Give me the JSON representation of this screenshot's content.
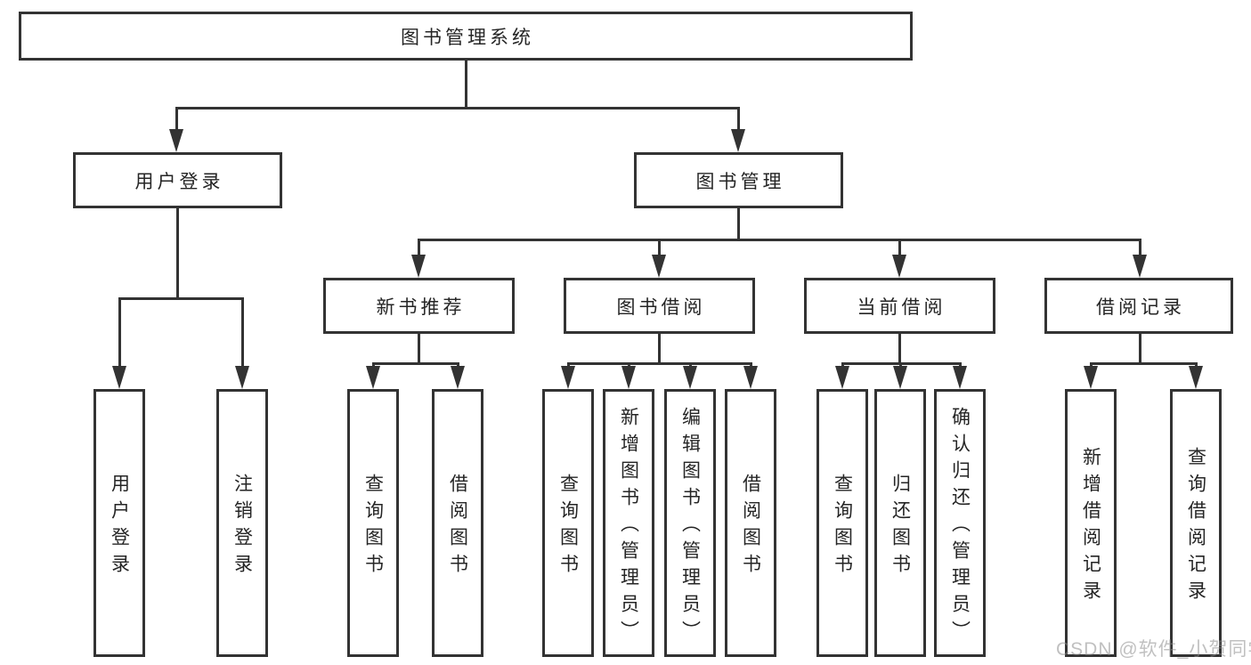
{
  "page": {
    "background_color": "#ffffff",
    "line_color": "#333333",
    "text_color": "#252525",
    "watermark_color": "#b9b9b9"
  },
  "diagram": {
    "type": "tree",
    "title": "图书管理系统",
    "branches": [
      {
        "label": "用户登录",
        "leaves": [
          "用户登录",
          "注销登录"
        ]
      },
      {
        "label": "图书管理",
        "groups": [
          {
            "label": "新书推荐",
            "leaves": [
              "查询图书",
              "借阅图书"
            ]
          },
          {
            "label": "图书借阅",
            "leaves": [
              "查询图书",
              "新增图书（管理员）",
              "编辑图书（管理员）",
              "借阅图书"
            ]
          },
          {
            "label": "当前借阅",
            "leaves": [
              "查询图书",
              "归还图书",
              "确认归还（管理员）"
            ]
          },
          {
            "label": "借阅记录",
            "leaves": [
              "新增借阅记录",
              "查询借阅记录"
            ]
          }
        ]
      }
    ],
    "watermark": "CSDN @软件_小贺同学"
  }
}
